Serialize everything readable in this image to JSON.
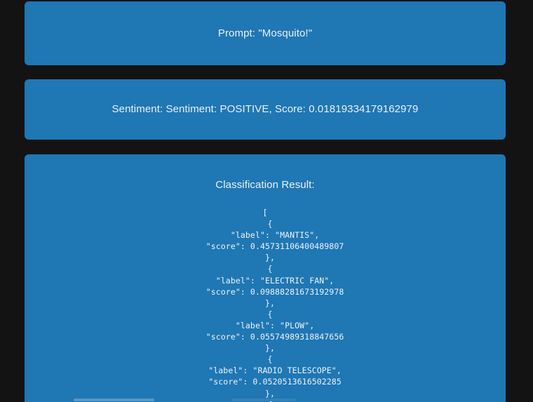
{
  "theme": {
    "page_background": "#131313",
    "panel_background": "#1f77b4",
    "panel_text_color": "#eaf1f6"
  },
  "panels": {
    "prompt": {
      "text": "Prompt: \"Mosquito!\""
    },
    "sentiment": {
      "text": "Sentiment: Sentiment: POSITIVE, Score: 0.01819334179162979",
      "label": "POSITIVE",
      "score": 0.01819334179162979
    },
    "classification": {
      "heading": "Classification Result:",
      "json_text": "[\n  {\n    \"label\": \"MANTIS\",\n    \"score\": 0.45731106400489807\n  },\n  {\n    \"label\": \"ELECTRIC FAN\",\n    \"score\": 0.09888281673192978\n  },\n  {\n    \"label\": \"PLOW\",\n    \"score\": 0.05574989318847656\n  },\n  {\n    \"label\": \"RADIO TELESCOPE\",\n    \"score\": 0.0520513616502285\n  },\n  {",
      "results": [
        {
          "label": "MANTIS",
          "score": 0.45731106400489807
        },
        {
          "label": "ELECTRIC FAN",
          "score": 0.09888281673192978
        },
        {
          "label": "PLOW",
          "score": 0.05574989318847656
        },
        {
          "label": "RADIO TELESCOPE",
          "score": 0.0520513616502285
        }
      ]
    }
  },
  "scrollbar": {
    "orientation": "horizontal",
    "name": "horizontal-scrollbar"
  }
}
